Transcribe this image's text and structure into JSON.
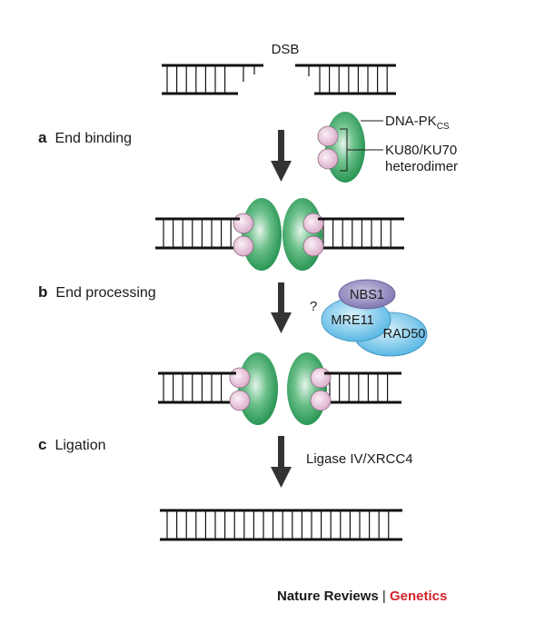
{
  "dsb_label": "DSB",
  "legend": {
    "dnapk_main": "DNA-PK",
    "dnapk_sub": "CS",
    "ku_line1": "KU80/KU70",
    "ku_line2": "heterodimer"
  },
  "steps": [
    {
      "letter": "a",
      "label": "End binding"
    },
    {
      "letter": "b",
      "label": "End processing"
    },
    {
      "letter": "c",
      "label": "Ligation"
    }
  ],
  "proteins": {
    "question": "?",
    "nbs1": "NBS1",
    "mre11": "MRE11",
    "rad50": "RAD50"
  },
  "ligase_label": "Ligase IV/XRCC4",
  "credit": {
    "journal": "Nature Reviews",
    "separator": "|",
    "section": "Genetics"
  },
  "colors": {
    "dnapk_green": "#2e9e5a",
    "ku_pink": "#e6c1d9",
    "nbs1_purple": "#8c83b8",
    "mre11_blue": "#6cc2e8",
    "credit_red": "#d2232a"
  }
}
